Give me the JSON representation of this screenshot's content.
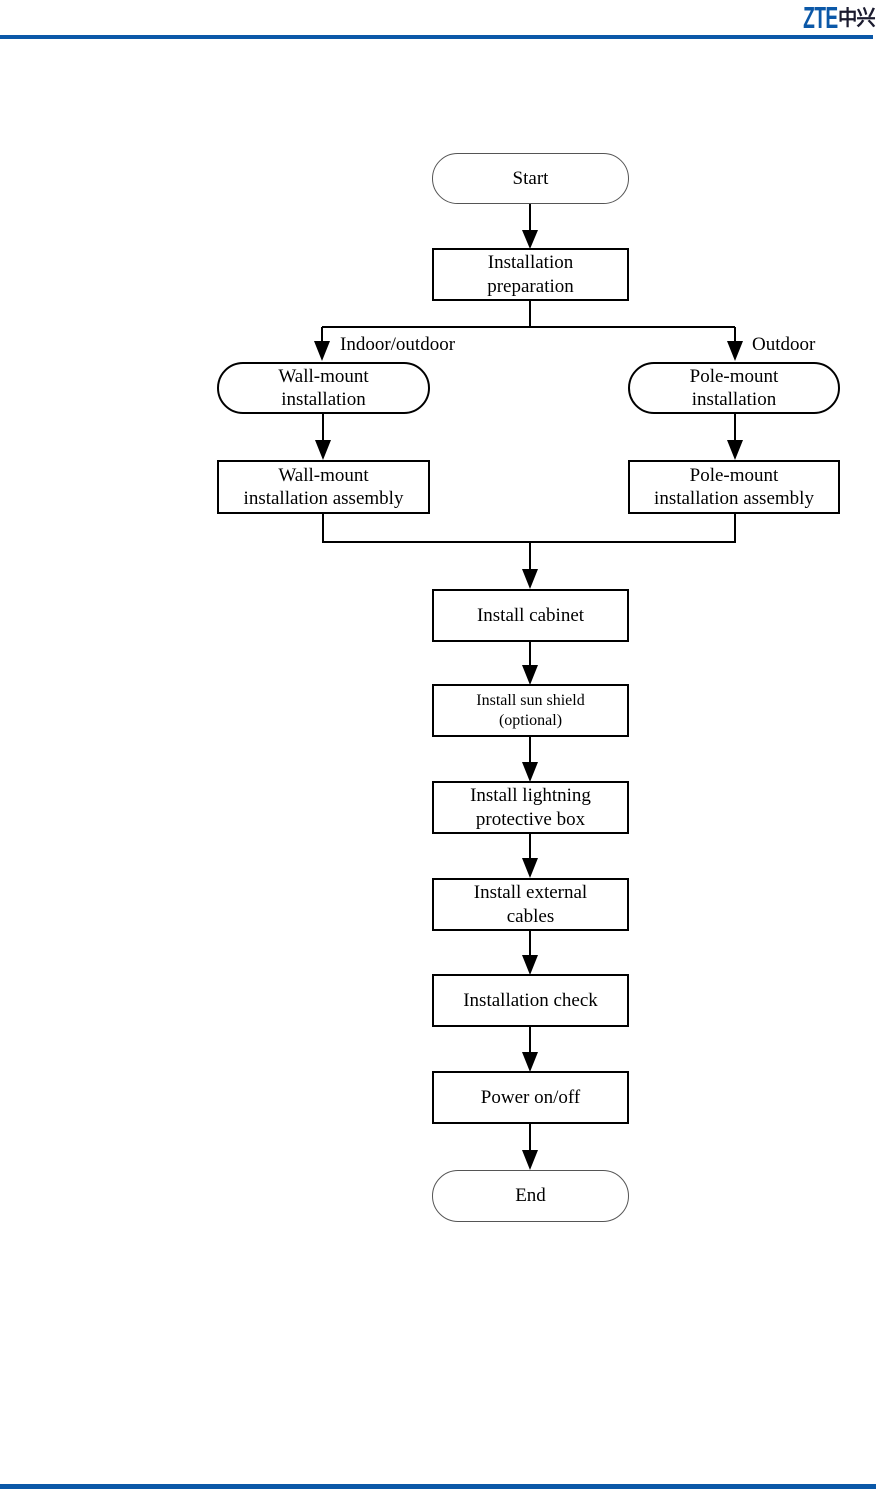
{
  "header": {
    "logo_latin": "ZTE",
    "logo_cjk": "中兴"
  },
  "colors": {
    "brand_blue": "#0b58a8",
    "rule_blue": "#0b58a8",
    "logo_cjk_color": "#1b1b2f",
    "flow_line_color": "#000000"
  },
  "flowchart": {
    "branch_labels": {
      "left": "Indoor/outdoor",
      "right": "Outdoor"
    },
    "nodes": {
      "start": {
        "label": "Start",
        "shape": "stadium"
      },
      "installation_preparation": {
        "label": "Installation\npreparation",
        "shape": "rect"
      },
      "wall_mount_installation": {
        "label": "Wall-mount\ninstallation",
        "shape": "stadium"
      },
      "pole_mount_installation": {
        "label": "Pole-mount\ninstallation",
        "shape": "stadium"
      },
      "wall_mount_installation_assembly": {
        "label": "Wall-mount\ninstallation assembly",
        "shape": "rect"
      },
      "pole_mount_installation_assembly": {
        "label": "Pole-mount\ninstallation assembly",
        "shape": "rect"
      },
      "install_cabinet": {
        "label": "Install cabinet",
        "shape": "rect"
      },
      "install_sun_shield": {
        "label": "Install sun shield\n(optional)",
        "shape": "rect"
      },
      "install_lightning_protective_box": {
        "label": "Install lightning\nprotective box",
        "shape": "rect"
      },
      "install_external_cables": {
        "label": "Install external\ncables",
        "shape": "rect"
      },
      "installation_check": {
        "label": "Installation check",
        "shape": "rect"
      },
      "power_on_off": {
        "label": "Power on/off",
        "shape": "rect"
      },
      "end": {
        "label": "End",
        "shape": "stadium"
      }
    }
  }
}
